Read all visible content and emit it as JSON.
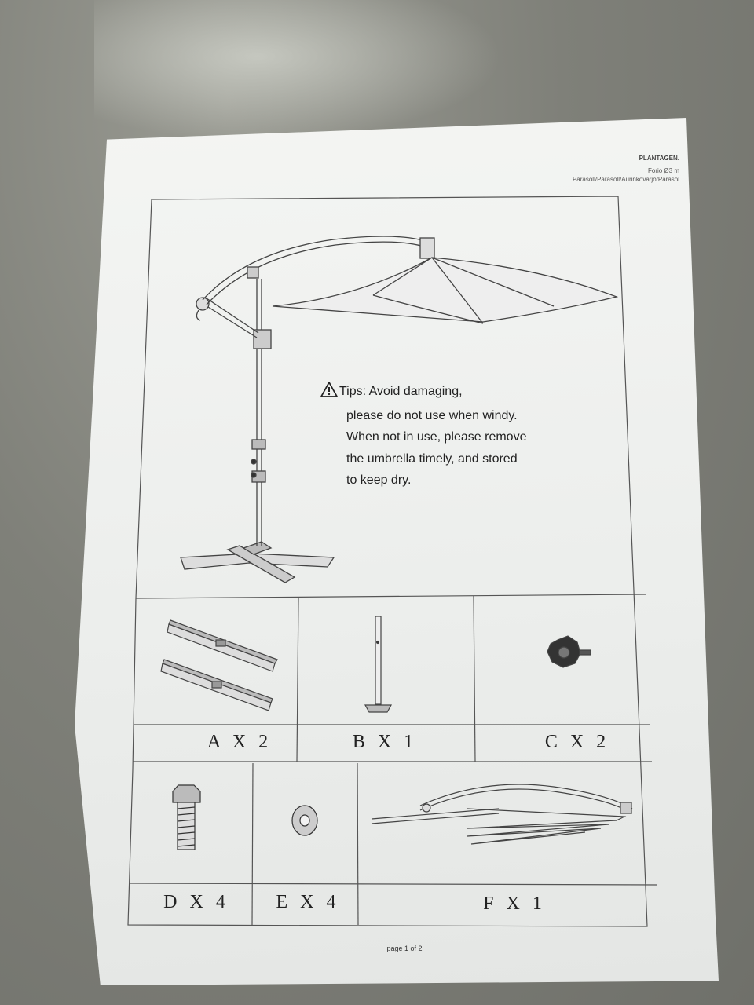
{
  "header": {
    "brand": "PLANTAGEN.",
    "model": "Forio Ø3 m",
    "product_names": "Parasoll/Parasoll/Aurinkovarjo/Parasol"
  },
  "tips": {
    "lines": [
      "Tips: Avoid damaging,",
      "please do not use when windy.",
      "When not in use, please remove",
      "the umbrella timely, and stored",
      "to keep dry."
    ]
  },
  "parts": [
    {
      "label": "A X 2",
      "icon": "crossbar-base-icon"
    },
    {
      "label": "B X 1",
      "icon": "pole-with-plate-icon"
    },
    {
      "label": "C X 2",
      "icon": "star-knob-icon"
    },
    {
      "label": "D X 4",
      "icon": "hex-bolt-icon"
    },
    {
      "label": "E X 4",
      "icon": "washer-icon"
    },
    {
      "label": "F X 1",
      "icon": "folded-canopy-icon"
    }
  ],
  "footer": {
    "page": "page 1 of 2"
  }
}
